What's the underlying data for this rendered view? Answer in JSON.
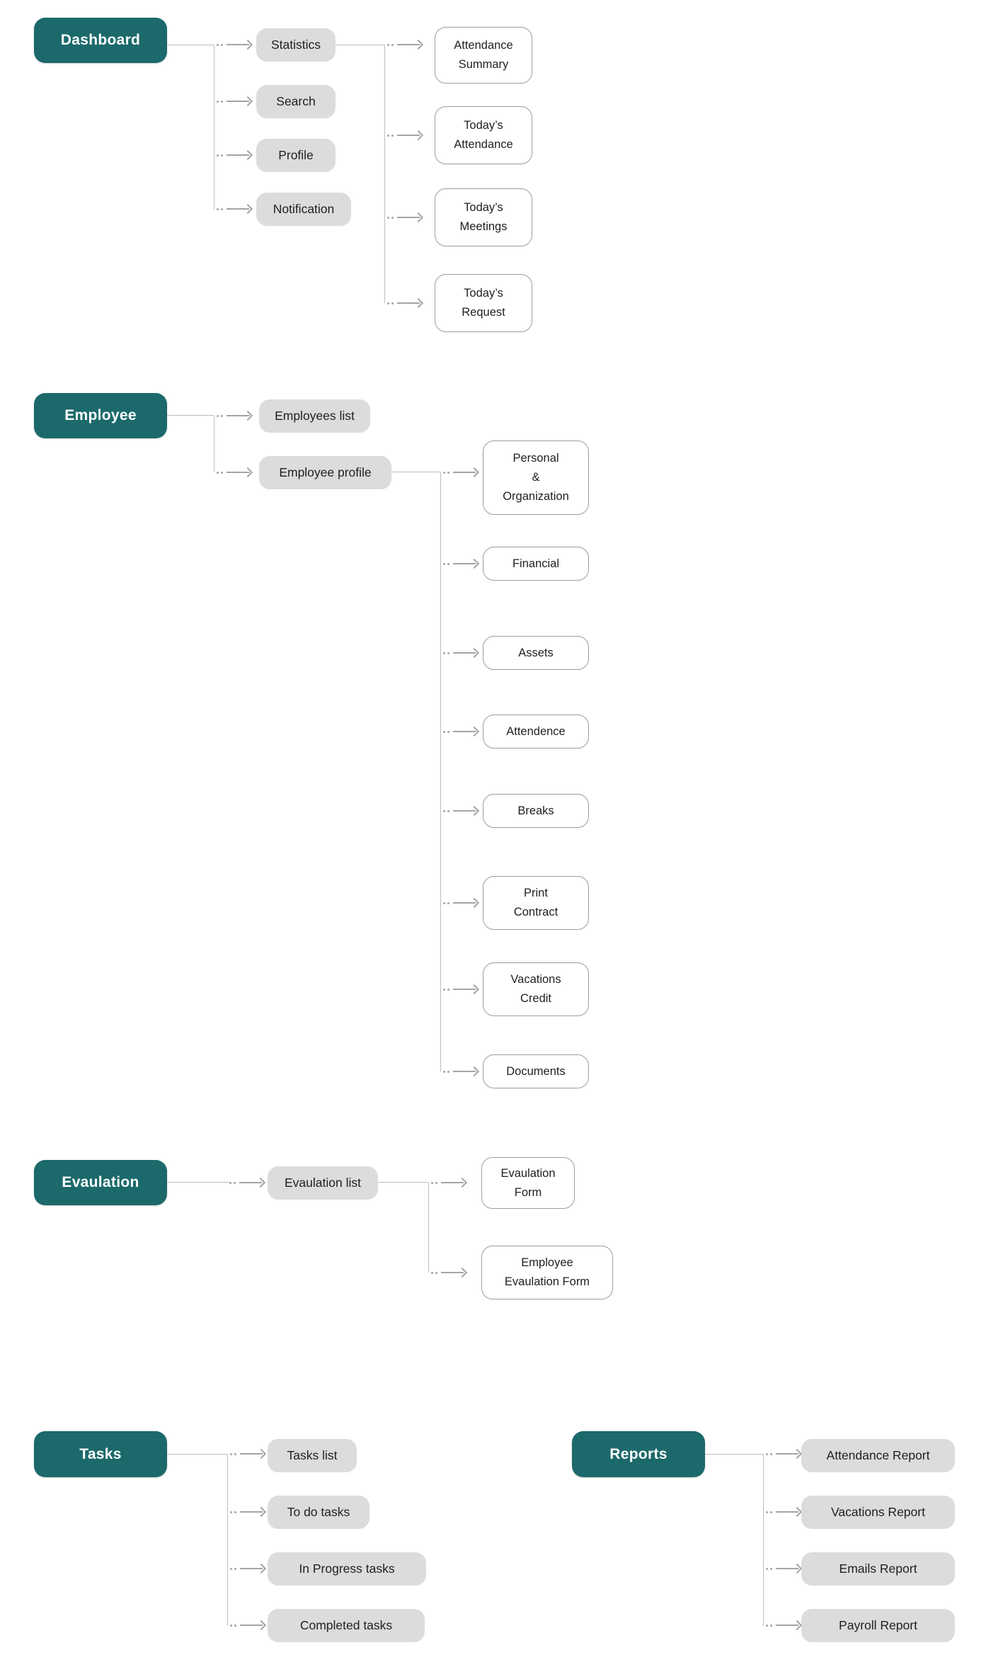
{
  "palette": {
    "teal": "#1c696b",
    "teal_text": "#ffffff",
    "gray_box": "#dcdcdc",
    "box_text": "#1f1f1f",
    "white_box": "#ffffff",
    "white_box_border": "#9d9d9d",
    "line": "#bcbcbc",
    "arrow": "#a4a4a4",
    "bg": "#ffffff"
  },
  "labels": {
    "dashboard": "Dashboard",
    "statistics": "Statistics",
    "search": "Search",
    "profile": "Profile",
    "notification": "Notification",
    "attendance_summary": "Attendance\nSummary",
    "todays_attendance": "Today’s\nAttendance",
    "todays_meetings": "Today’s\nMeetings",
    "todays_request": "Today’s\nRequest",
    "employee": "Employee",
    "employees_list": "Employees list",
    "employee_profile": "Employee profile",
    "personal_organization": "Personal\n&\nOrganization",
    "financial": "Financial",
    "assets": "Assets",
    "attendence": "Attendence",
    "breaks": "Breaks",
    "print_contract": "Print\nContract",
    "vacations_credit": "Vacations\nCredit",
    "documents": "Documents",
    "evaulation": "Evaulation",
    "evaulation_list": "Evaulation list",
    "evaulation_form": "Evaulation\nForm",
    "employee_evaulation_form": "Employee\nEvaulation Form",
    "tasks": "Tasks",
    "tasks_list": "Tasks list",
    "to_do_tasks": "To do tasks",
    "in_progress_tasks": "In Progress tasks",
    "completed_tasks": "Completed tasks",
    "reports": "Reports",
    "attendance_report": "Attendance Report",
    "vacations_report": "Vacations Report",
    "emails_report": "Emails Report",
    "payroll_report": "Payroll Report"
  },
  "hierarchy": [
    {
      "node": "Dashboard",
      "children": [
        {
          "node": "Statistics",
          "children": [
            "Attendance Summary",
            "Today’s Attendance",
            "Today’s Meetings",
            "Today’s Request"
          ]
        },
        {
          "node": "Search"
        },
        {
          "node": "Profile"
        },
        {
          "node": "Notification"
        }
      ]
    },
    {
      "node": "Employee",
      "children": [
        {
          "node": "Employees list"
        },
        {
          "node": "Employee profile",
          "children": [
            "Personal & Organization",
            "Financial",
            "Assets",
            "Attendence",
            "Breaks",
            "Print Contract",
            "Vacations Credit",
            "Documents"
          ]
        }
      ]
    },
    {
      "node": "Evaulation",
      "children": [
        {
          "node": "Evaulation list",
          "children": [
            "Evaulation Form",
            "Employee Evaulation Form"
          ]
        }
      ]
    },
    {
      "node": "Tasks",
      "children": [
        {
          "node": "Tasks list"
        },
        {
          "node": "To do tasks"
        },
        {
          "node": "In Progress tasks"
        },
        {
          "node": "Completed tasks"
        }
      ]
    },
    {
      "node": "Reports",
      "children": [
        {
          "node": "Attendance Report"
        },
        {
          "node": "Vacations Report"
        },
        {
          "node": "Emails Report"
        },
        {
          "node": "Payroll Report"
        }
      ]
    }
  ]
}
